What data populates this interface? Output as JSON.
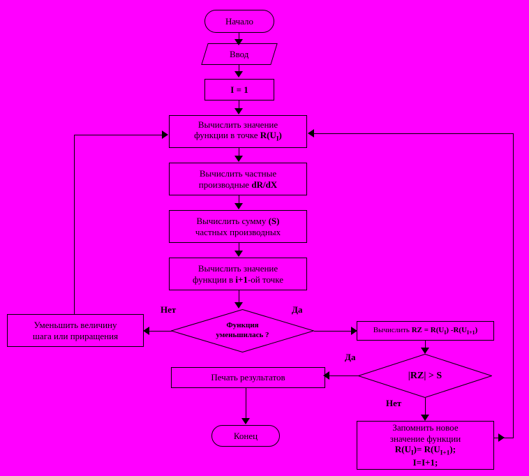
{
  "diagram": {
    "title": "Flowchart: iterative function minimization algorithm",
    "background_color": "#ff00ff",
    "line_color": "#000000",
    "nodes": {
      "start": {
        "type": "terminator",
        "label": "Начало"
      },
      "input": {
        "type": "io",
        "label": "Ввод"
      },
      "init": {
        "type": "process",
        "label": "I = 1"
      },
      "calc_value": {
        "type": "process",
        "line1": "Вычислить значение",
        "line2_pre": "функции в точке ",
        "line2_bold": "R(U",
        "line2_sub": "I",
        "line2_post": ")"
      },
      "calc_partials": {
        "type": "process",
        "line1": "Вычислить частные",
        "line2_pre": "производные ",
        "line2_bold": "dR/dX"
      },
      "calc_sum": {
        "type": "process",
        "line1_pre": "Вычислить сумму ",
        "line1_bold": "(S)",
        "line2": "частных производных"
      },
      "calc_next": {
        "type": "process",
        "line1": "Вычислить значение",
        "line2_pre": "функции в ",
        "line2_bold": "i+1",
        "line2_post": "-ой точке"
      },
      "decrease_step": {
        "type": "process",
        "line1": "Уменьшить величину",
        "line2": "шага или приращения"
      },
      "decision_decreased": {
        "type": "decision",
        "line1": "Функция",
        "line2": "уменьшилась ?"
      },
      "calc_rz": {
        "type": "process",
        "pre": "Вычислить ",
        "bold1": "RZ",
        "eq": " = ",
        "bold2": "R(U",
        "sub2": "I",
        "bold2b": ") -",
        "bold3": "R(U",
        "sub3": "I+1",
        "bold3b": ")"
      },
      "decision_rz": {
        "type": "decision",
        "label": "|RZ| > S"
      },
      "print": {
        "type": "process",
        "label": "Печать результатов"
      },
      "store": {
        "type": "process",
        "line1": "Запомнить новое",
        "line2": "значение функции",
        "line3_a": "R(U",
        "line3_sub_a": "I",
        "line3_b": ")= R(U",
        "line3_sub_b": "I+1",
        "line3_c": ");",
        "line4": "I=I+1;"
      },
      "end": {
        "type": "terminator",
        "label": "Конец"
      }
    },
    "edge_labels": {
      "no_decreased": "Нет",
      "yes_decreased": "Да",
      "yes_rz": "Да",
      "no_rz": "Нет"
    }
  }
}
